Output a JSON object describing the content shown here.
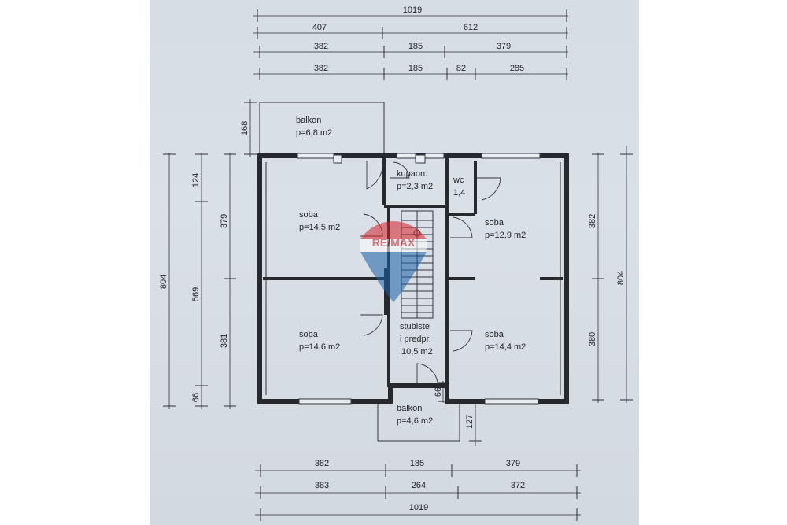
{
  "dimensions": {
    "top": {
      "total": "1019",
      "row2": [
        "407",
        "612"
      ],
      "row3": [
        "382",
        "185",
        "379"
      ],
      "row4": [
        "382",
        "185",
        "82",
        "285"
      ]
    },
    "bottom": {
      "row1": [
        "382",
        "185",
        "379"
      ],
      "row2": [
        "383",
        "264",
        "372"
      ],
      "total": "1019"
    },
    "left": {
      "outer": "804",
      "mid": [
        "124",
        "569",
        "66"
      ],
      "inner": [
        "379",
        "381"
      ],
      "balcony": "168"
    },
    "right": {
      "inner": [
        "382",
        "380"
      ],
      "outer": "804",
      "balcony": "127",
      "step": "66"
    }
  },
  "rooms": {
    "balcony_top": {
      "name": "balkon",
      "area": "p=6,8 m2"
    },
    "bath": {
      "name": "kupaon.",
      "area": "p=2,3 m2"
    },
    "wc": {
      "name": "wc",
      "area": "1,4"
    },
    "room_top_left": {
      "name": "soba",
      "area": "p=14,5 m2"
    },
    "room_top_right": {
      "name": "soba",
      "area": "p=12,9 m2"
    },
    "room_bottom_left": {
      "name": "soba",
      "area": "p=14,6 m2"
    },
    "room_bottom_right": {
      "name": "soba",
      "area": "p=14,4 m2"
    },
    "stairs": {
      "name": "stubiste",
      "name2": "i predpr.",
      "area": "10,5 m2"
    },
    "balcony_bottom": {
      "name": "balkon",
      "area": "p=4,6 m2"
    }
  },
  "watermark": {
    "text": "RE/MAX",
    "colors": {
      "red": "#d8212b",
      "blue": "#1b5fa8"
    }
  }
}
